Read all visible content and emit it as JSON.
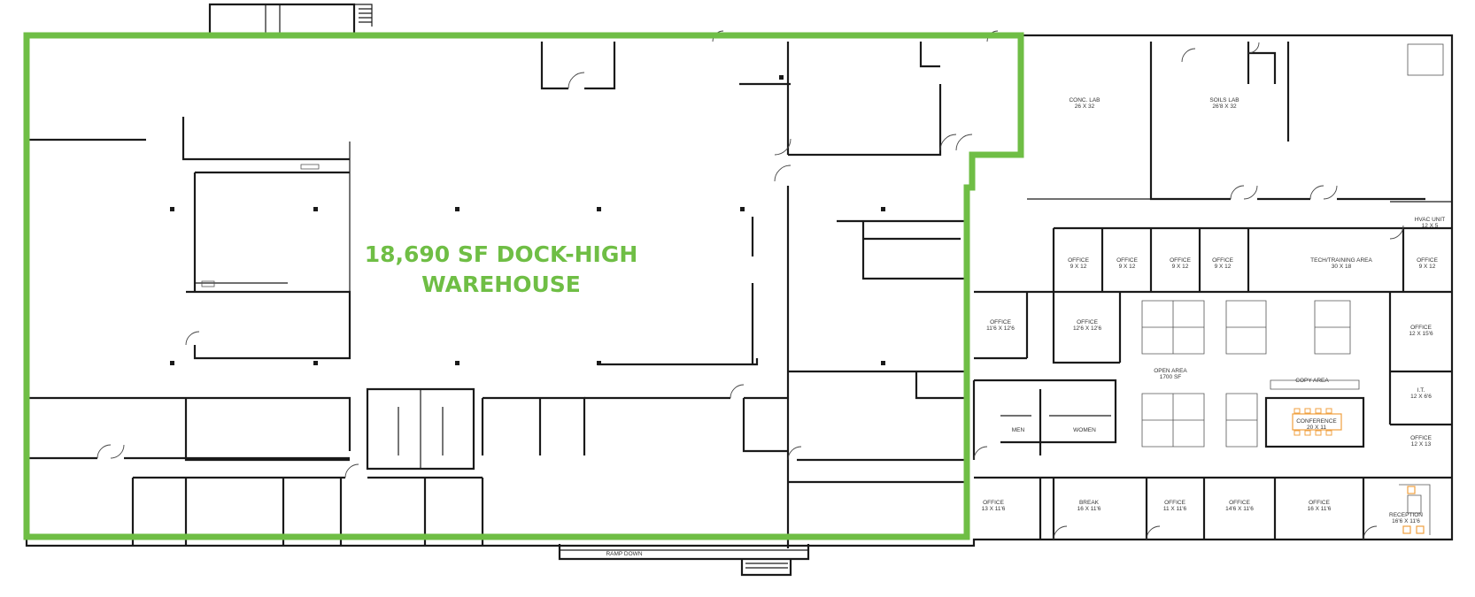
{
  "highlight": {
    "line1": "18,690 SF DOCK-HIGH",
    "line2": "WAREHOUSE",
    "color": "#6fbe45"
  },
  "rooms": {
    "conc_lab": {
      "name": "CONC. LAB",
      "size": "26 X 32"
    },
    "soils_lab": {
      "name": "SOILS LAB",
      "size": "26'8 X 32"
    },
    "hvac_unit": {
      "name": "HVAC UNIT",
      "size": "12 X 5"
    },
    "office_a": {
      "name": "OFFICE",
      "size": "9 X 12"
    },
    "office_b": {
      "name": "OFFICE",
      "size": "9 X 12"
    },
    "office_c": {
      "name": "OFFICE",
      "size": "9 X 12"
    },
    "office_d": {
      "name": "OFFICE",
      "size": "9 X 12"
    },
    "tech_training": {
      "name": "TECH/TRAINING AREA",
      "size": "30 X 18"
    },
    "office_e": {
      "name": "OFFICE",
      "size": "9 X 12"
    },
    "office_f": {
      "name": "OFFICE",
      "size": "11'6 X 12'6"
    },
    "office_g": {
      "name": "OFFICE",
      "size": "12'6 X 12'6"
    },
    "office_h": {
      "name": "OFFICE",
      "size": "12 X 15'6"
    },
    "open_area": {
      "name": "OPEN AREA",
      "size": "1700 SF"
    },
    "copy_area": {
      "name": "COPY AREA"
    },
    "it": {
      "name": "I.T.",
      "size": "12 X 6'6"
    },
    "men": {
      "name": "MEN"
    },
    "women": {
      "name": "WOMEN"
    },
    "conference": {
      "name": "CONFERENCE",
      "size": "20 X 11"
    },
    "office_i": {
      "name": "OFFICE",
      "size": "12 X 13"
    },
    "office_j": {
      "name": "OFFICE",
      "size": "13 X 11'6"
    },
    "break": {
      "name": "BREAK",
      "size": "16 X 11'6"
    },
    "office_k": {
      "name": "OFFICE",
      "size": "11 X 11'6"
    },
    "office_l": {
      "name": "OFFICE",
      "size": "14'6 X 11'6"
    },
    "office_m": {
      "name": "OFFICE",
      "size": "16 X 11'6"
    },
    "reception": {
      "name": "RECEPTION",
      "size": "16'6 X 11'6"
    },
    "ramp": {
      "name": "RAMP DOWN"
    }
  }
}
